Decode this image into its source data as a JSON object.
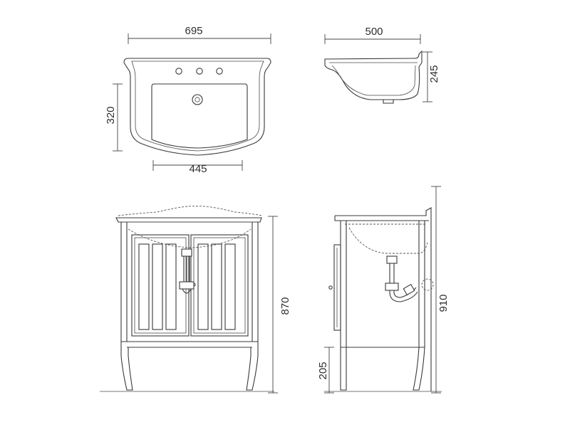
{
  "dimensions": {
    "basin_width": "695",
    "basin_depth_side": "500",
    "basin_height_side": "245",
    "basin_front_depth": "320",
    "bowl_width": "445",
    "vanity_height": "870",
    "total_height": "910",
    "leg_height": "205"
  }
}
